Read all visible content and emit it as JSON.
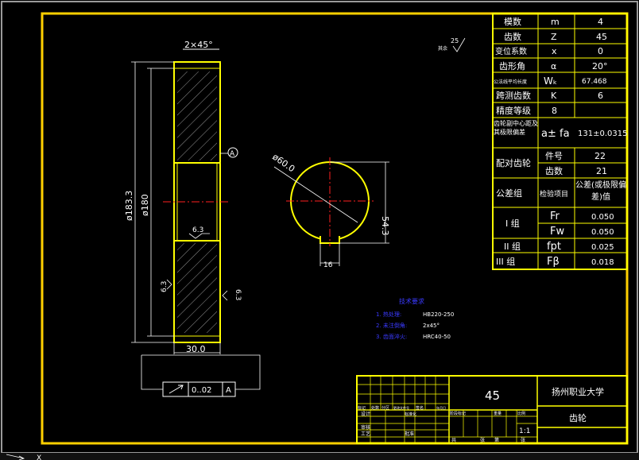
{
  "drawing": {
    "chamfer": "2×45°",
    "roughness_default_label": "其余",
    "roughness_default": "25",
    "roughness_bore": "6.3",
    "roughness_face": "6.3",
    "roughness_side": "6.3",
    "datum_label": "A",
    "dia_outer": "ø183.3",
    "dia_root": "ø180",
    "width": "30.0",
    "bore_dia": "ø60.0",
    "keyway_depth": "54.3",
    "keyway_width": "16",
    "runout_value": "0..02",
    "runout_datum": "A"
  },
  "param_table": {
    "rows": [
      {
        "name": "模数",
        "symbol": "m",
        "value": "4"
      },
      {
        "name": "齿数",
        "symbol": "Z",
        "value": "45"
      },
      {
        "name": "变位系数",
        "symbol": "x",
        "value": "0"
      },
      {
        "name": "齿形角",
        "symbol": "α",
        "value": "20°"
      },
      {
        "name": "公法线平均长度",
        "symbol": "Wₖ",
        "value": "67.468"
      },
      {
        "name": "跨测齿数",
        "symbol": "K",
        "value": "6"
      },
      {
        "name": "精度等级",
        "symbol": "8",
        "value": ""
      },
      {
        "name": "齿轮副中心距及其极限偏差",
        "symbol": "a± fa",
        "value": "131±0.0315"
      }
    ],
    "pair_label": "配对齿轮",
    "pair_rows": [
      {
        "name": "件号",
        "value": "22"
      },
      {
        "name": "齿数",
        "value": "21"
      }
    ],
    "tol_header": [
      "公差组",
      "检验项目",
      "公差(或极限偏差)值"
    ],
    "tol_rows": [
      {
        "group": "I 组",
        "item": "Fr",
        "value": "0.050"
      },
      {
        "group": "",
        "item": "Fw",
        "value": "0.050"
      },
      {
        "group": "II 组",
        "item": "fpt",
        "value": "0.025"
      },
      {
        "group": "III 组",
        "item": "Fβ",
        "value": "0.018"
      }
    ]
  },
  "tech_req": {
    "title": "技术要求",
    "items": [
      {
        "label": "1. 热处理:",
        "value": "HB220-250"
      },
      {
        "label": "2. 未注倒角:",
        "value": "2x45°"
      },
      {
        "label": "3. 齿面淬火:",
        "value": "HRC40-50"
      }
    ]
  },
  "title_block": {
    "part_no": "45",
    "school": "扬州职业大学",
    "part_name": "齿轮",
    "scale": "1:1",
    "labels": [
      "标记",
      "处数",
      "分区",
      "更改文件号",
      "签名",
      "年月日",
      "设计",
      "标准化",
      "审核",
      "工艺",
      "批准",
      "阶段标记",
      "重量",
      "比例",
      "共",
      "张",
      "第",
      "张"
    ]
  },
  "cmd": {
    "prompt": "X"
  },
  "colors": {
    "border": "#ffd000",
    "line": "#ffff00",
    "white": "#ffffff",
    "red": "#ff2020",
    "blue": "#3a3aff",
    "frame": "#9a9a9a"
  }
}
